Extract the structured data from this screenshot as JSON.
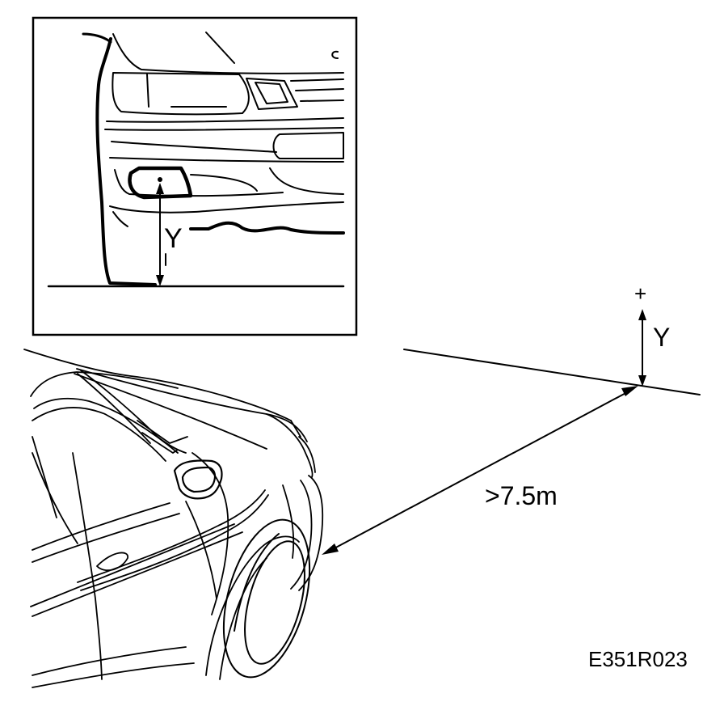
{
  "inset": {
    "height_label": "Y"
  },
  "aim": {
    "plus_label": "+",
    "height_label": "Y",
    "distance_label": ">7.5m"
  },
  "figure_code": "E351R023",
  "colors": {
    "ink": "#000000",
    "paper": "#ffffff"
  }
}
